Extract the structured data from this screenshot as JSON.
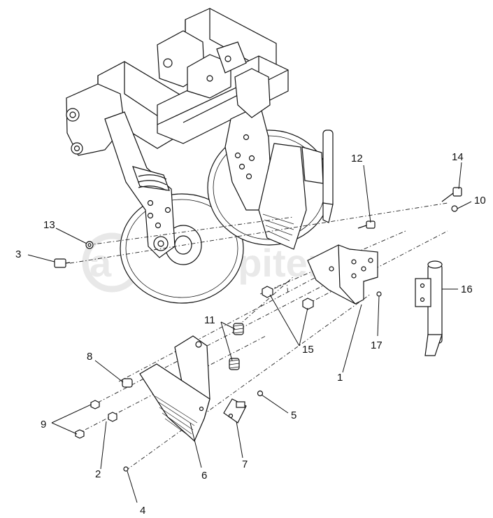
{
  "watermark": {
    "text": "autopiter.ru"
  },
  "callouts": {
    "c1": "1",
    "c2": "2",
    "c3": "3",
    "c4": "4",
    "c5": "5",
    "c6": "6",
    "c7": "7",
    "c8": "8",
    "c9": "9",
    "c10": "10",
    "c11": "11",
    "c12": "12",
    "c13": "13",
    "c14": "14",
    "c15": "15",
    "c16": "16",
    "c17": "17"
  }
}
